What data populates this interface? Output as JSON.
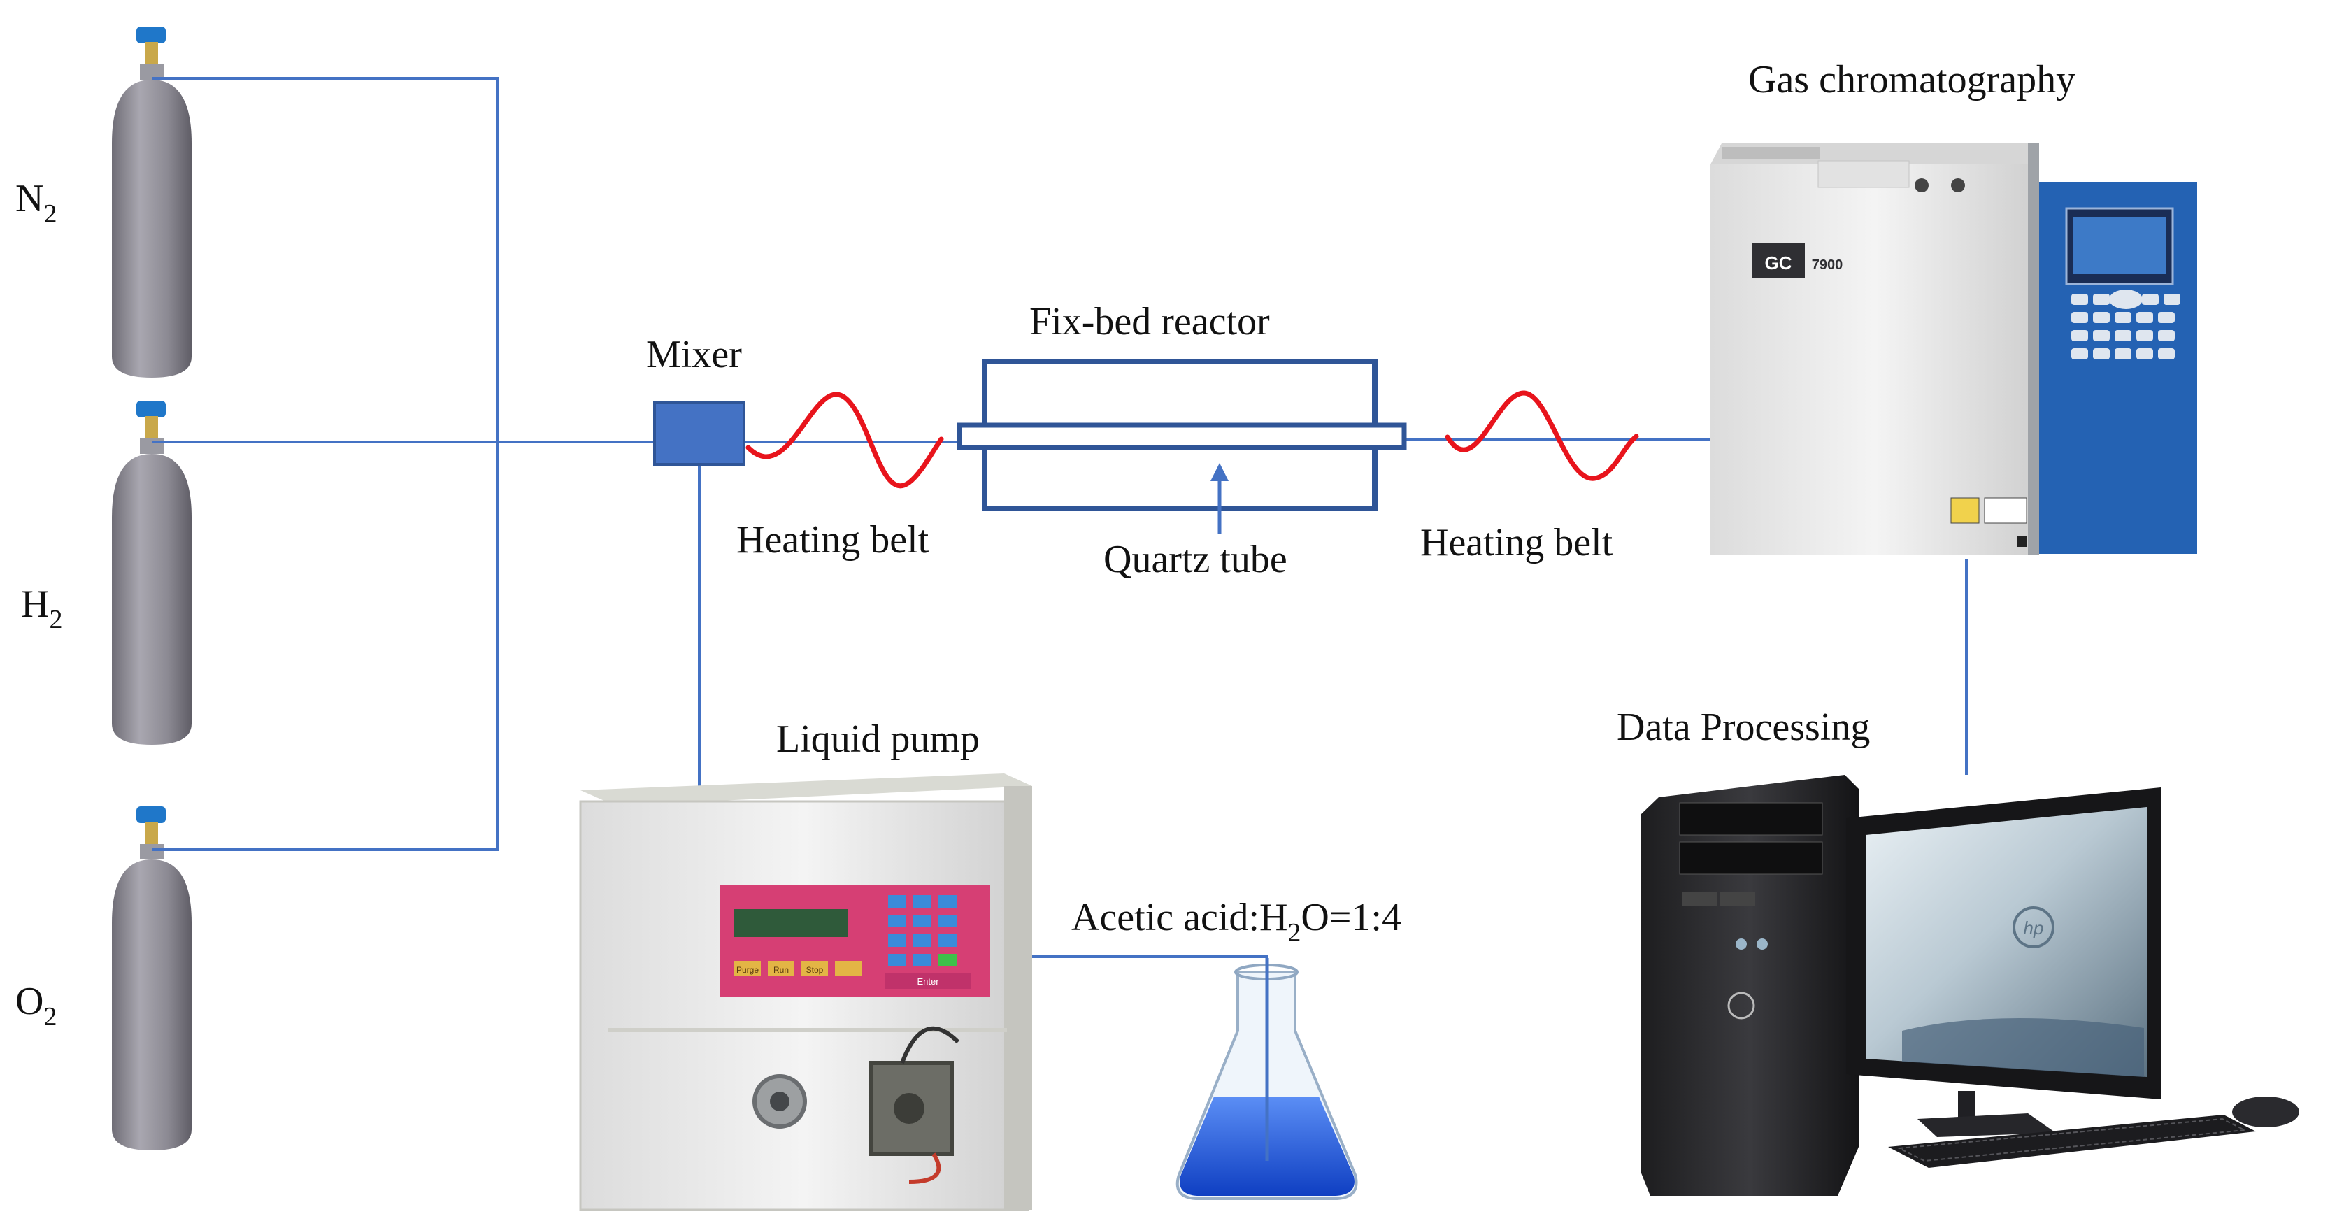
{
  "gases": [
    {
      "symbol": "N",
      "subscript": "2"
    },
    {
      "symbol": "H",
      "subscript": "2"
    },
    {
      "symbol": "O",
      "subscript": "2"
    }
  ],
  "labels": {
    "mixer": "Mixer",
    "reactor": "Fix-bed reactor",
    "heating_belt_left": "Heating belt",
    "heating_belt_right": "Heating belt",
    "quartz_tube": "Quartz tube",
    "gc": "Gas chromatography",
    "data_processing": "Data Processing",
    "liquid_pump": "Liquid pump",
    "solution_prefix": "Acetic acid:H",
    "solution_sub": "2",
    "solution_suffix": "O=1:4"
  },
  "device_text": {
    "gc_badge": "GC",
    "gc_model": "7900",
    "pc_brand": "hp",
    "pump_btn_1": "Purge",
    "pump_btn_2": "Run",
    "pump_btn_3": "Stop",
    "pump_btn_4": "Enter"
  },
  "colors": {
    "line": "#4472c4",
    "heater": "#e8141c",
    "reactor": "#2f5597",
    "mixer": "#4472c4",
    "cylinder": "#8e8c94",
    "liquid": "#1e5bd8"
  }
}
